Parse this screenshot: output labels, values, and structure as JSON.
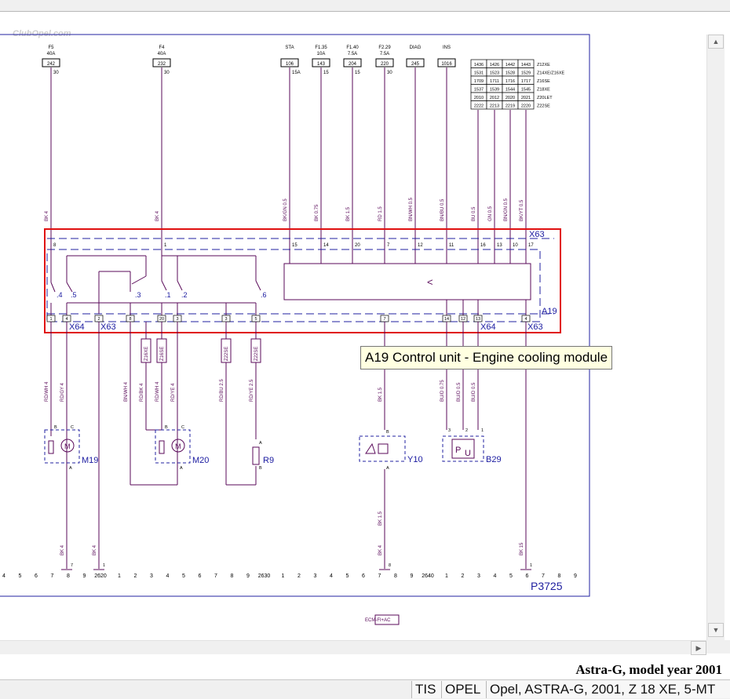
{
  "watermark": "ClubOpel.com",
  "fuses": [
    {
      "label": "F5",
      "rating": "40A",
      "box": "242",
      "wire": "30"
    },
    {
      "label": "F4",
      "rating": "40A",
      "box": "232",
      "wire": "30"
    },
    {
      "label": "STA",
      "rating": "",
      "box": "106",
      "wire": "15A"
    },
    {
      "label": "F1.35",
      "rating": "10A",
      "box": "143",
      "wire": "15"
    },
    {
      "label": "F1.40",
      "rating": "7.5A",
      "box": "204",
      "wire": "15"
    },
    {
      "label": "F2.29",
      "rating": "7.5A",
      "box": "220",
      "wire": "30"
    },
    {
      "label": "DIAG",
      "rating": "",
      "box": "245",
      "wire": ""
    },
    {
      "label": "INS",
      "rating": "",
      "box": "1016",
      "wire": ""
    }
  ],
  "engine_table": {
    "rows": [
      {
        "cells": [
          "1436",
          "1426",
          "1442",
          "1443"
        ],
        "engine": "Z12XE"
      },
      {
        "cells": [
          "1531",
          "1523",
          "1528",
          "1529"
        ],
        "engine": "Z14XE/Z16XE"
      },
      {
        "cells": [
          "1709",
          "1711",
          "1716",
          "1717"
        ],
        "engine": "Z16SE"
      },
      {
        "cells": [
          "1537",
          "1539",
          "1544",
          "1545"
        ],
        "engine": "Z18XE"
      },
      {
        "cells": [
          "2010",
          "2012",
          "2020",
          "2021"
        ],
        "engine": "Z20LET"
      },
      {
        "cells": [
          "2222",
          "2213",
          "2219",
          "2220"
        ],
        "engine": "Z22SE"
      }
    ]
  },
  "wire_labels_top": [
    "BK 4",
    "BK 4",
    "BK/GN 0.5",
    "BK 0.75",
    "BK 1.5",
    "RD 1.5",
    "BN/WH 0.5",
    "BN/BU 0.5",
    "BU 0.5",
    "GN 0.5",
    "BN/GN 0.5",
    "BK/YT 0.5"
  ],
  "connector_top": {
    "name": "X63",
    "pins": [
      "8",
      "1",
      "15",
      "14",
      "20",
      "7",
      "12",
      "11",
      "16",
      "13",
      "10",
      "17"
    ]
  },
  "switch_labels": [
    ".4",
    ".5",
    ".3",
    ".1",
    ".2",
    ".6"
  ],
  "control_box_symbol": "<",
  "module_label": "A19",
  "connector_bottom": {
    "pins": [
      "1",
      "4",
      "2",
      "8",
      "20",
      "3",
      "3",
      "5",
      "7",
      "14",
      "12",
      "13",
      "4"
    ],
    "labels": [
      "X64",
      "X63",
      "X64",
      "X63"
    ]
  },
  "resistor_labels": [
    "Z16XE",
    "Z16SE",
    "Z22SE",
    "Z22SE"
  ],
  "wire_labels_bottom": [
    "RD/WH 4",
    "RD/GY 4",
    "BN/WH 4",
    "RD/BK 4",
    "RD/WH 4",
    "RD/YE 4",
    "RD/BU 2.5",
    "RD/YE 2.5",
    "BK 1.5",
    "BU/D 0.75",
    "BU/D 0.5",
    "BU/D 0.5"
  ],
  "components": [
    {
      "name": "M19",
      "pins": [
        "B",
        "C",
        "A"
      ]
    },
    {
      "name": "M20",
      "pins": [
        "B",
        "C",
        "A"
      ]
    },
    {
      "name": "R9",
      "pins": [
        "A",
        "B"
      ]
    },
    {
      "name": "Y10",
      "pins": [
        "B",
        "A"
      ]
    },
    {
      "name": "B29",
      "pins": [
        "3",
        "2",
        "1"
      ]
    }
  ],
  "lower_wire_labels": [
    "BK 1.5",
    "BK 4",
    "BK 4",
    "BK 4",
    "BK 15"
  ],
  "ground_pins": [
    "7",
    "1",
    "8",
    "1"
  ],
  "ruler": [
    "4",
    "5",
    "6",
    "7",
    "8",
    "9",
    "2620",
    "1",
    "2",
    "3",
    "4",
    "5",
    "6",
    "7",
    "8",
    "9",
    "2630",
    "1",
    "2",
    "3",
    "4",
    "5",
    "6",
    "7",
    "8",
    "9",
    "2640",
    "1",
    "2",
    "3",
    "4",
    "5",
    "6",
    "7",
    "8",
    "9"
  ],
  "page_id": "P3725",
  "ecm_label": "ECM-FI+AC",
  "tooltip": "A19 Control unit - Engine cooling module",
  "car_title": "Astra-G, model year 2001",
  "status": {
    "tis": "TIS",
    "make": "OPEL",
    "vehicle": "Opel, ASTRA-G, 2001, Z 18 XE, 5-MT"
  },
  "colors": {
    "wire": "#5a0a5a",
    "highlight": "#e01010",
    "frame": "#2020a0",
    "label": "#1a1aa0"
  }
}
